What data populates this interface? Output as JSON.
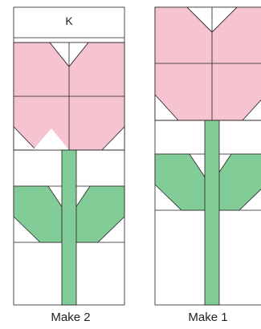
{
  "blocks": [
    {
      "label": "K",
      "caption": "Make 2"
    },
    {
      "label": "",
      "caption": "Make 1"
    }
  ],
  "colors": {
    "petal": "#f6c4d0",
    "leaf": "#82cc98",
    "stem": "#82cc98",
    "background": "#ffffff",
    "line": "#231f20"
  }
}
